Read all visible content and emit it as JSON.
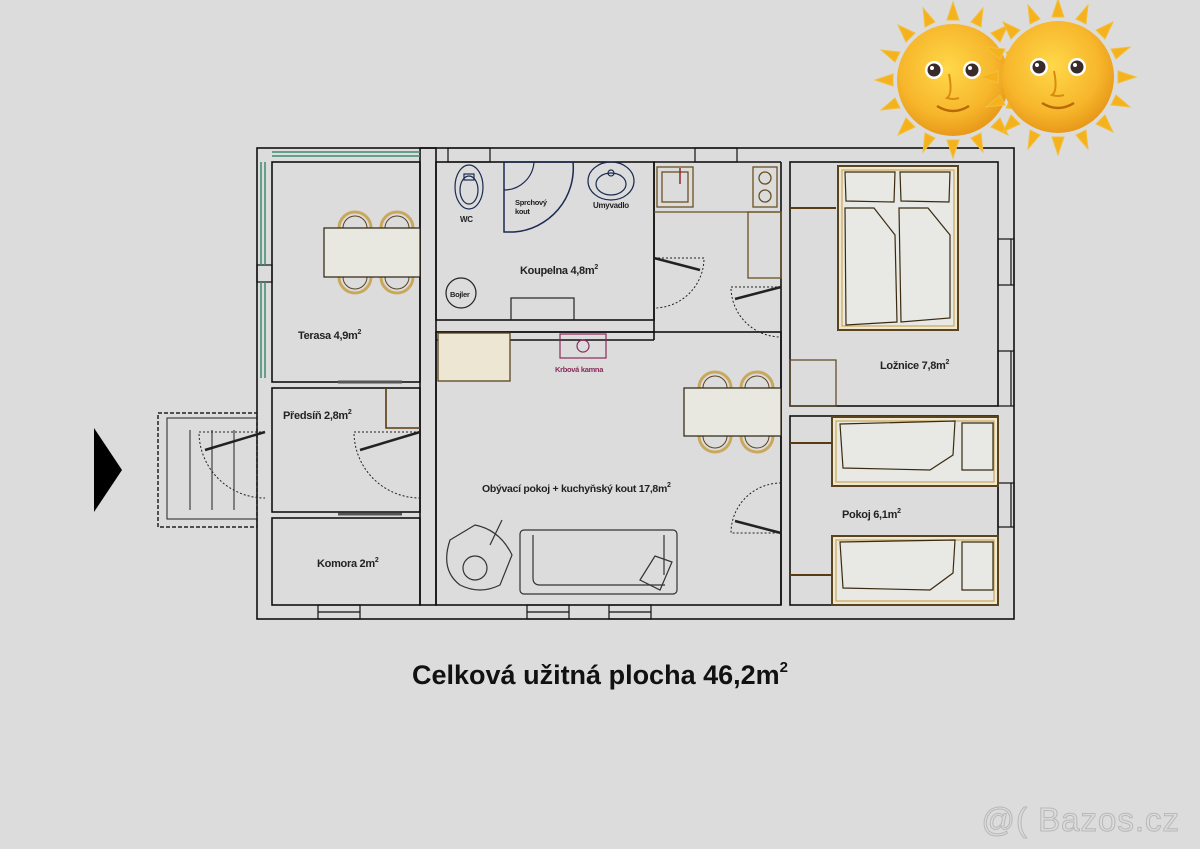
{
  "plan": {
    "rooms": [
      {
        "id": "terasa",
        "name": "Terasa",
        "area": "4,9",
        "unit": "m",
        "sup": "2"
      },
      {
        "id": "koupelna",
        "name": "Koupelna",
        "area": "4,8",
        "unit": "m",
        "sup": "2"
      },
      {
        "id": "loznice",
        "name": "Ložnice",
        "area": "7,8",
        "unit": "m",
        "sup": "2"
      },
      {
        "id": "predsin",
        "name": "Předsíň",
        "area": "2,8",
        "unit": "m",
        "sup": "2"
      },
      {
        "id": "obyvaci",
        "name": "Obývací pokoj + kuchyňský kout",
        "area": "17,8",
        "unit": "m",
        "sup": "2"
      },
      {
        "id": "pokoj",
        "name": "Pokoj",
        "area": "6,1",
        "unit": "m",
        "sup": "2"
      },
      {
        "id": "komora",
        "name": "Komora",
        "area": "2",
        "unit": "m",
        "sup": "2"
      }
    ],
    "fixtures": {
      "wc": "WC",
      "shower_line1": "Sprchový",
      "shower_line2": "kout",
      "sink": "Umyvadlo",
      "boiler": "Bojler",
      "stove": "Krbová kamna"
    },
    "colors": {
      "background": "#dcdcdc",
      "wall": "#111111",
      "furniture": "#c9a85c",
      "furniture_dark": "#5a4420",
      "glass": "#3e8a72",
      "stove": "#8a2a5a"
    }
  },
  "summary": {
    "label": "Celková užitná plocha 46,2m",
    "sup": "2"
  },
  "decor": {
    "suns": [
      "sun-with-face",
      "sun-with-face"
    ],
    "entry_arrow": "entrance-arrow"
  },
  "watermark": "@( Bazos.cz"
}
